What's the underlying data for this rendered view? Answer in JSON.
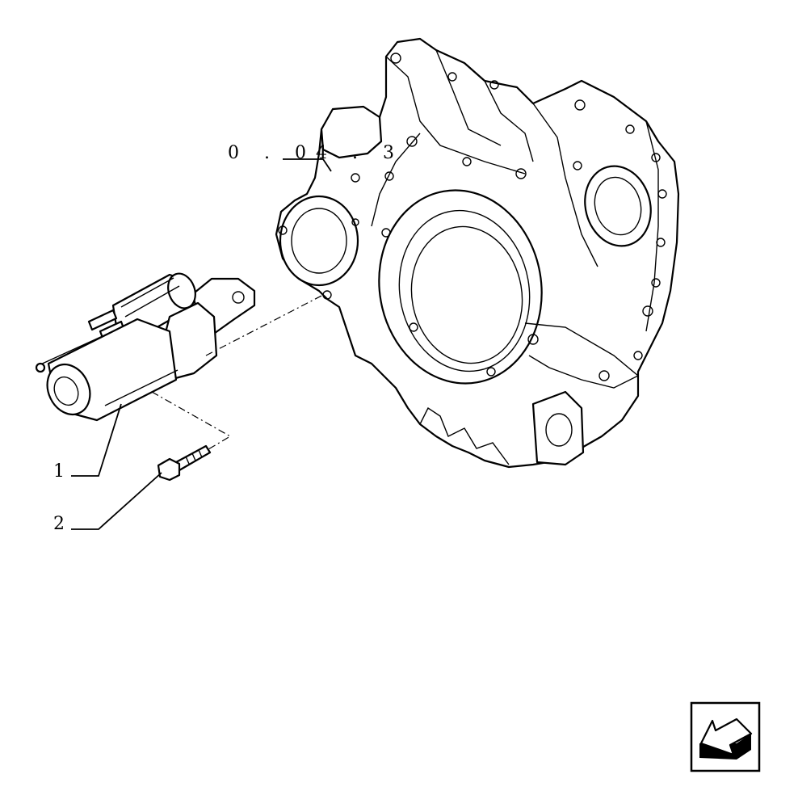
{
  "callouts": [
    {
      "id": "1",
      "label": "1"
    },
    {
      "id": "2",
      "label": "2"
    }
  ],
  "reference": {
    "label": "0 . 04 . 3"
  },
  "nav_arrow": {
    "icon": "next-page-arrow-icon"
  },
  "colors": {
    "ink": "#000000",
    "paper": "#ffffff"
  }
}
